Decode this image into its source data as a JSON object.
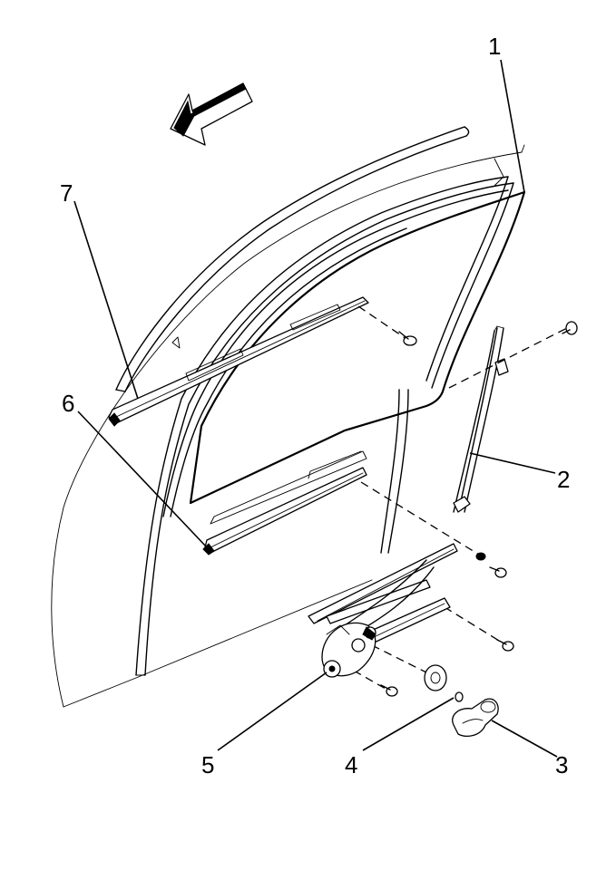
{
  "callouts": [
    {
      "id": "1",
      "label": "1"
    },
    {
      "id": "2",
      "label": "2"
    },
    {
      "id": "3",
      "label": "3"
    },
    {
      "id": "4",
      "label": "4"
    },
    {
      "id": "5",
      "label": "5"
    },
    {
      "id": "6",
      "label": "6"
    },
    {
      "id": "7",
      "label": "7"
    }
  ],
  "icons": {
    "direction_arrow": "front-direction-arrow-icon"
  }
}
